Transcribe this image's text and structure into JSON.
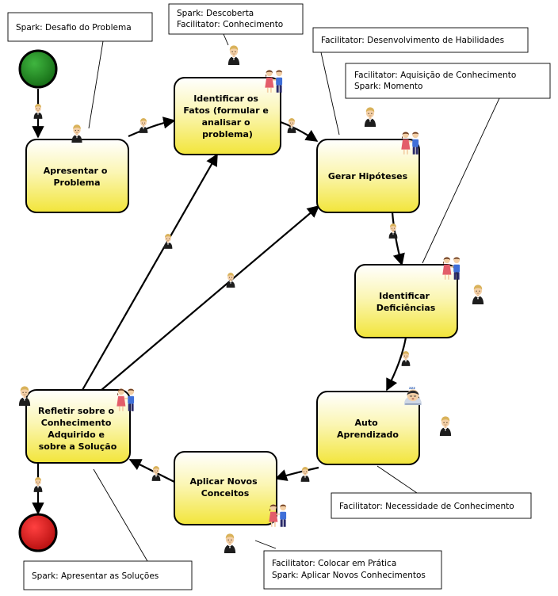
{
  "colors": {
    "node_fill_top": "#ffffff",
    "node_fill_bottom": "#f2e53a",
    "node_border": "#000000",
    "start": "#1f8a1f",
    "end": "#e01b1b",
    "edge": "#000000",
    "note_border": "#000000"
  },
  "icons": {
    "facilitator": "man-in-tuxedo-icon",
    "students": "couple-icon",
    "self_study": "sleeping-student-icon"
  },
  "nodes": {
    "present": [
      "Apresentar o",
      "Problema"
    ],
    "identify_facts": [
      "Identificar os",
      "Fatos (formular e",
      "analisar o",
      "problema)"
    ],
    "hypotheses": [
      "Gerar Hipóteses"
    ],
    "deficiencies": [
      "Identificar",
      "Deficiências"
    ],
    "self_learning": [
      "Auto",
      "Aprendizado"
    ],
    "apply": [
      "Aplicar Novos",
      "Conceitos"
    ],
    "reflect": [
      "Refletir sobre o",
      "Conhecimento",
      "Adquirido e",
      "sobre a Solução"
    ]
  },
  "notes": {
    "spark_challenge": [
      "Spark: Desafio do Problema"
    ],
    "spark_discovery": [
      "Spark: Descoberta",
      "Facilitator: Conhecimento"
    ],
    "skills": [
      "Facilitator: Desenvolvimento de Habilidades"
    ],
    "acquisition": [
      "Facilitator: Aquisição de Conhecimento",
      "Spark: Momento"
    ],
    "need_knowledge": [
      "Facilitator: Necessidade de Conhecimento"
    ],
    "practice": [
      "Facilitator: Colocar em Prática",
      "Spark: Aplicar Novos Conhecimentos"
    ],
    "present_solutions": [
      "Spark: Apresentar as Soluções"
    ]
  }
}
